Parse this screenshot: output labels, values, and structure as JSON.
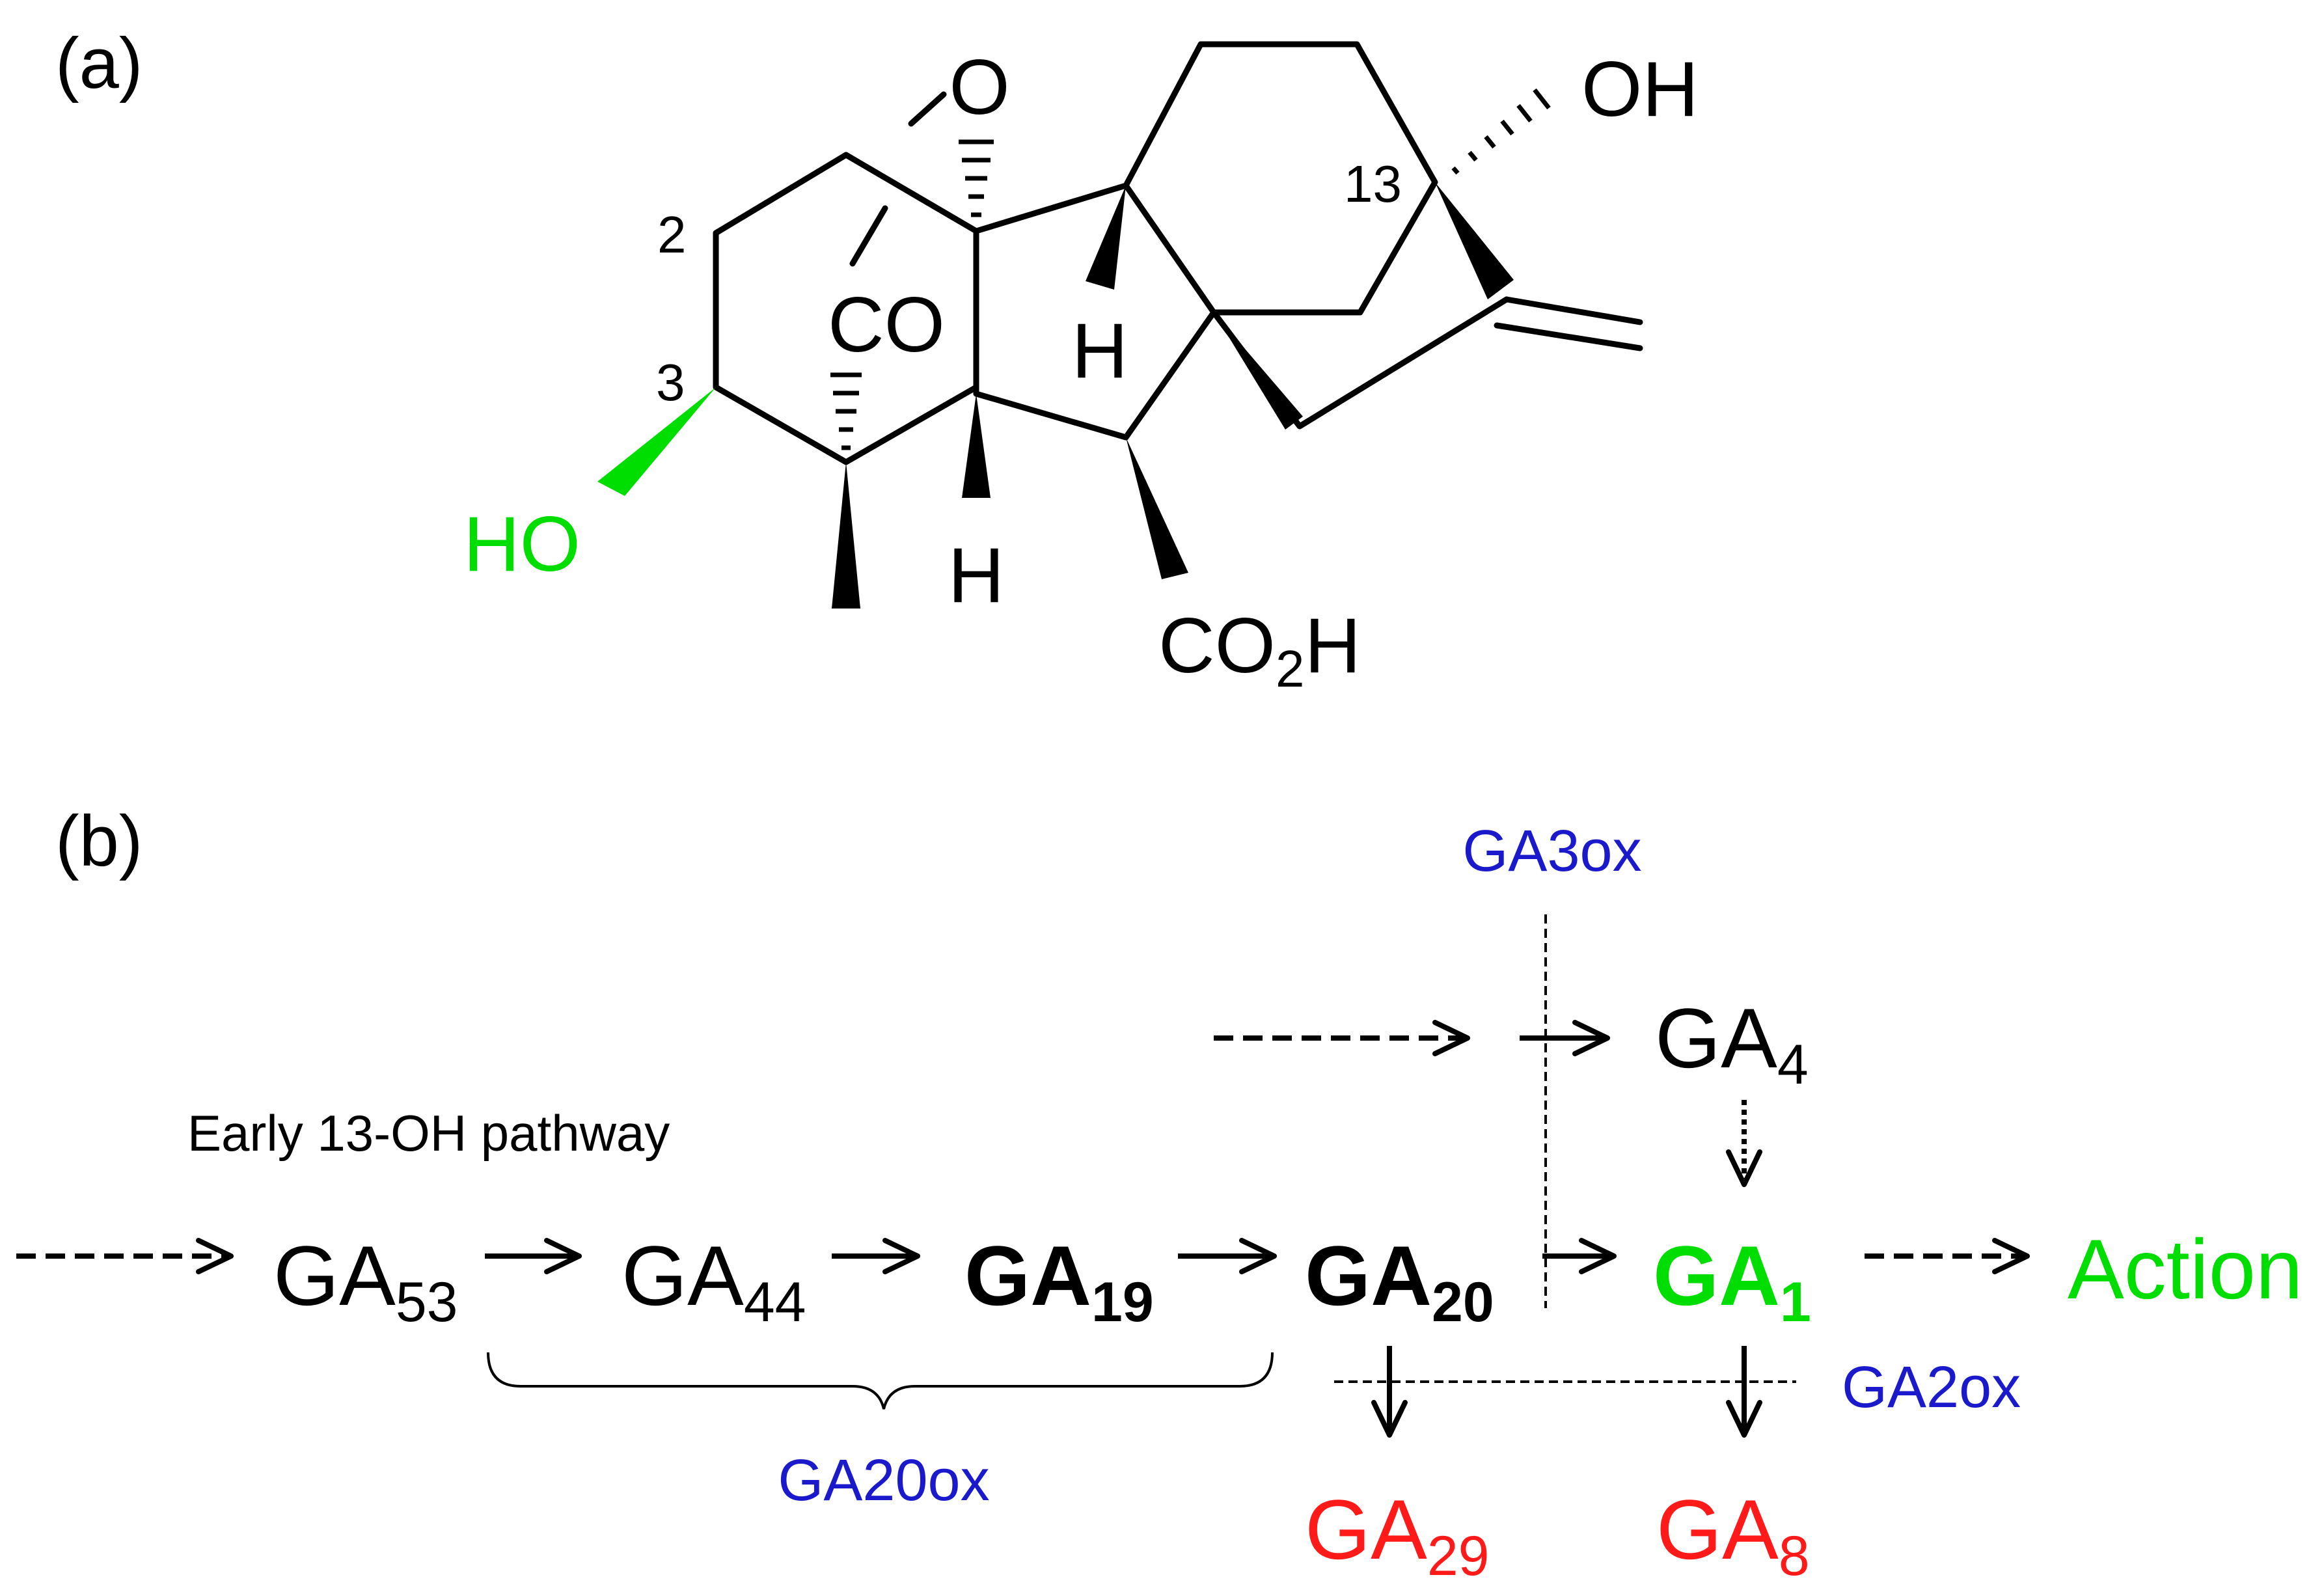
{
  "colors": {
    "black": "#000000",
    "green": "#00dd00",
    "blue": "#1a1acc",
    "red": "#ff1a1a"
  },
  "panel_a": {
    "label": "(a)",
    "atoms": {
      "ring_o": "O",
      "oh_top": "OH",
      "num_13": "13",
      "num_2": "2",
      "num_3": "3",
      "co": "CO",
      "h_mid": "H",
      "ho": "HO",
      "h_low": "H",
      "co2h_main": "CO",
      "co2h_sub": "2",
      "co2h_tail": "H"
    }
  },
  "panel_b": {
    "label": "(b)",
    "pathway_label": "Early 13-OH pathway",
    "enzymes": {
      "ga3ox": "GA3ox",
      "ga20ox": "GA20ox",
      "ga2ox": "GA2ox"
    },
    "compounds": {
      "ga53": {
        "main": "GA",
        "sub": "53"
      },
      "ga44": {
        "main": "GA",
        "sub": "44"
      },
      "ga19": {
        "main": "GA",
        "sub": "19"
      },
      "ga20": {
        "main": "GA",
        "sub": "20"
      },
      "ga1": {
        "main": "GA",
        "sub": "1"
      },
      "ga4": {
        "main": "GA",
        "sub": "4"
      },
      "ga29": {
        "main": "GA",
        "sub": "29"
      },
      "ga8": {
        "main": "GA",
        "sub": "8"
      }
    },
    "action": "Action"
  }
}
